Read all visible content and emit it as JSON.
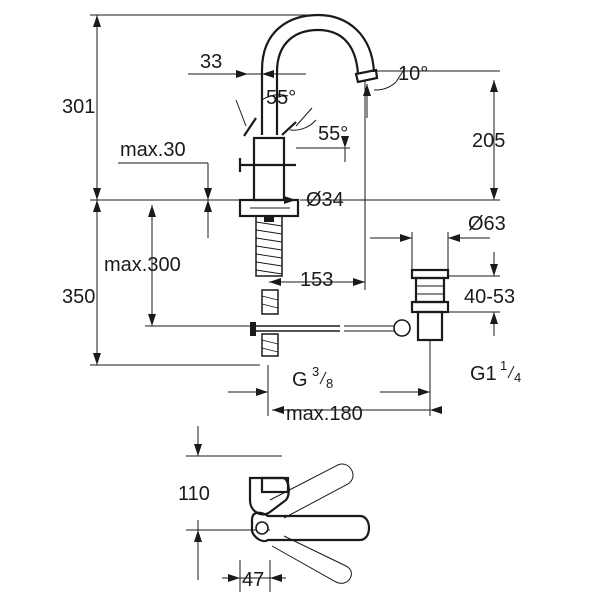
{
  "dimensions": {
    "d301": "301",
    "d33": "33",
    "d10deg": "10°",
    "d55deg_a": "55°",
    "d55deg_b": "55°",
    "d205": "205",
    "max30": "max.30",
    "d34": "Ø34",
    "d63": "Ø63",
    "max300": "max.300",
    "d153": "153",
    "d350": "350",
    "d40_53": "40-53",
    "g_base": "G",
    "g_sup_num": "3",
    "g_sup_den": "8",
    "g1_base": "G1",
    "g1_sup_num": "1",
    "g1_sup_den": "4",
    "max180": "max.180",
    "d110": "110",
    "d47": "47"
  }
}
